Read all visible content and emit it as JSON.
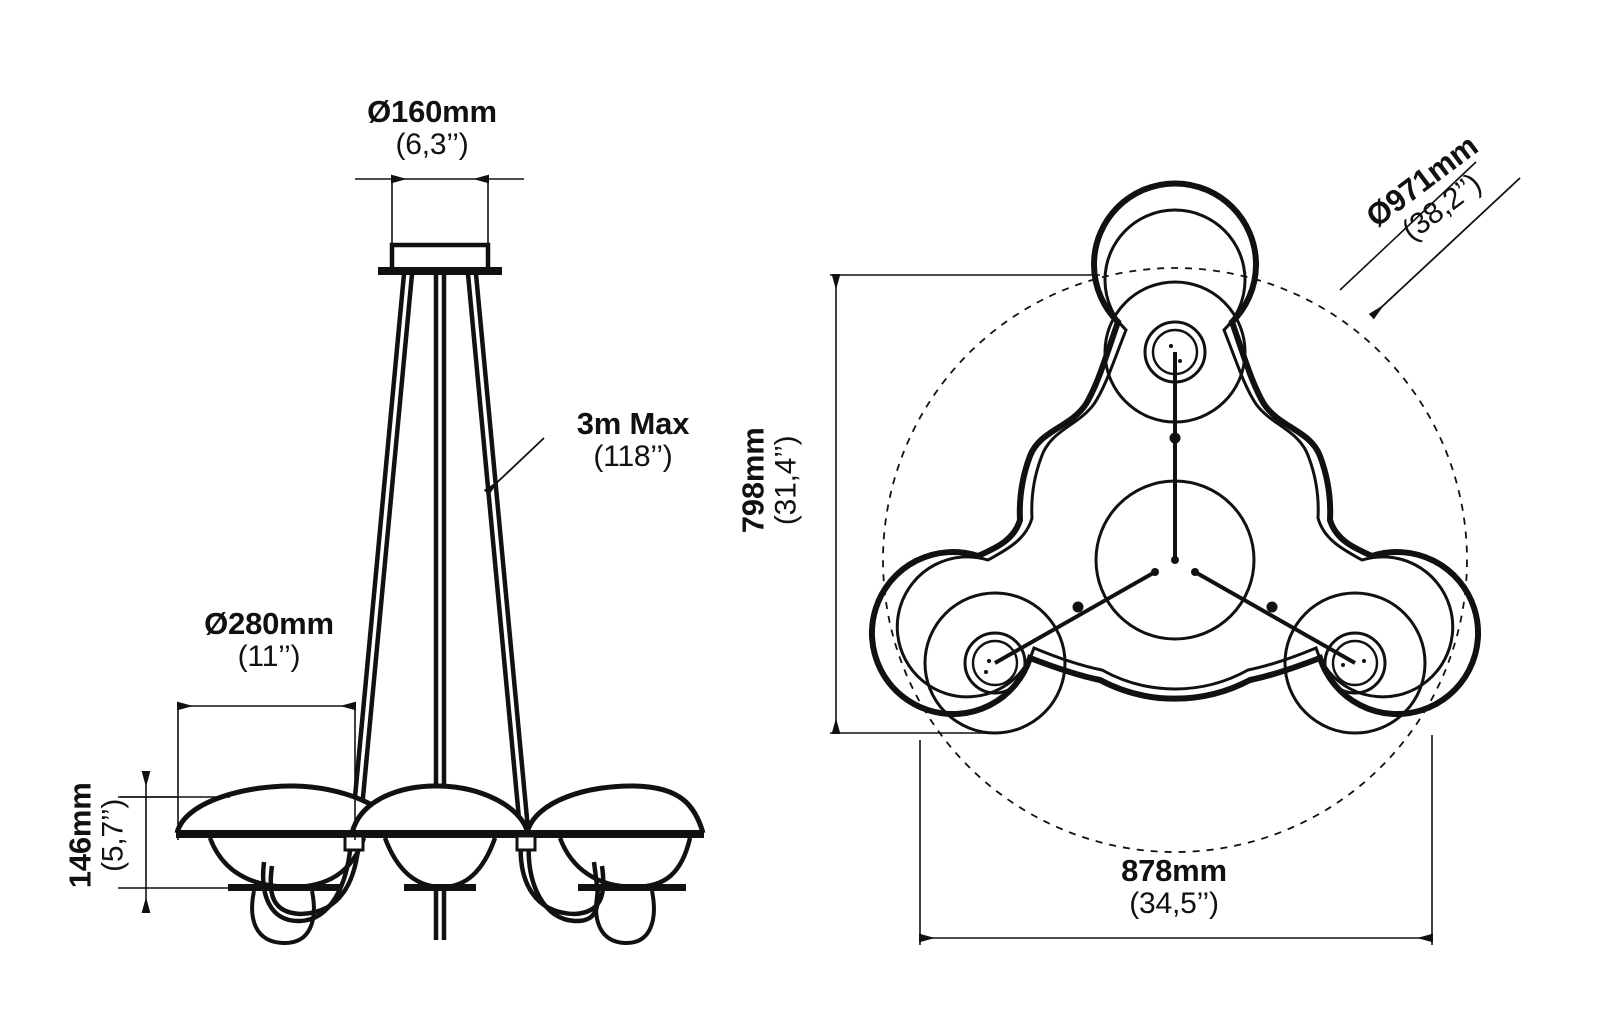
{
  "drawing": {
    "title": "Chandelier dimensional drawing",
    "line_color": "#111111",
    "background_color": "#ffffff"
  },
  "views": {
    "front": {
      "name": "front-elevation-view"
    },
    "top": {
      "name": "top-plan-view"
    }
  },
  "dimensions": {
    "canopy_diameter": {
      "metric": "Ø160mm",
      "imperial": "(6,3’’)"
    },
    "shade_diameter": {
      "metric": "Ø280mm",
      "imperial": "(11’’)"
    },
    "shade_height": {
      "metric": "146mm",
      "imperial": "(5,7’’)"
    },
    "suspension_length": {
      "metric": "3m Max",
      "imperial": "(118’’)"
    },
    "overall_diameter": {
      "metric": "Ø971mm",
      "imperial": "(38,2’’)"
    },
    "plan_height": {
      "metric": "798mm",
      "imperial": "(31,4’’)"
    },
    "plan_width": {
      "metric": "878mm",
      "imperial": "(34,5’’)"
    }
  }
}
